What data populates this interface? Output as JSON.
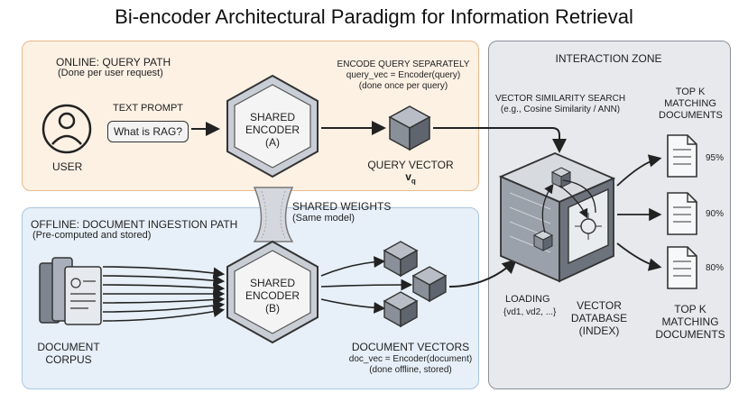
{
  "title": "Bi-encoder Architectural Paradigm for Information Retrieval",
  "online": {
    "heading": "ONLINE: QUERY PATH",
    "subheading": "(Done per user request)",
    "user_label": "USER",
    "text_prompt_label": "TEXT PROMPT",
    "prompt_text": "What is RAG?",
    "encoder_label_1": "SHARED",
    "encoder_label_2": "ENCODER",
    "encoder_label_3": "(A)",
    "encode_note_1": "ENCODE QUERY SEPARATELY",
    "encode_note_2": "query_vec = Encoder(query)",
    "encode_note_3": "(done once per query)",
    "query_vector_label": "QUERY VECTOR",
    "query_vector_symbol": "v",
    "query_vector_sub": "q"
  },
  "shared_weights": {
    "label": "SHARED WEIGHTS",
    "sub": "(Same model)"
  },
  "offline": {
    "heading": "OFFLINE: DOCUMENT INGESTION PATH",
    "subheading": "(Pre-computed and stored)",
    "corpus_label_1": "DOCUMENT",
    "corpus_label_2": "CORPUS",
    "encoder_label_1": "SHARED",
    "encoder_label_2": "ENCODER",
    "encoder_label_3": "(B)",
    "doc_vectors_label": "DOCUMENT VECTORS",
    "doc_vectors_note_1": "doc_vec = Encoder(document)",
    "doc_vectors_note_2": "(done offline, stored)",
    "loading_label": "LOADING",
    "loading_vectors": "{vd1, vd2, ...}"
  },
  "zone": {
    "heading": "INTERACTION ZONE",
    "search_label": "VECTOR SIMILARITY SEARCH",
    "search_sub": "(e.g., Cosine Similarity / ANN)",
    "topk_top_1": "TOP K",
    "topk_top_2": "MATCHING",
    "topk_top_3": "DOCUMENTS",
    "db_label_1": "VECTOR",
    "db_label_2": "DATABASE",
    "db_label_3": "(INDEX)",
    "topk_bottom_1": "TOP K",
    "topk_bottom_2": "MATCHING",
    "topk_bottom_3": "DOCUMENTS",
    "scores": [
      "95%",
      "90%",
      "80%"
    ]
  },
  "colors": {
    "online_bg": "#fdf1e4",
    "online_border": "#e9b98c",
    "offline_bg": "#e7f0f8",
    "offline_border": "#a9c6de",
    "zone_bg": "#e7e9ec"
  }
}
